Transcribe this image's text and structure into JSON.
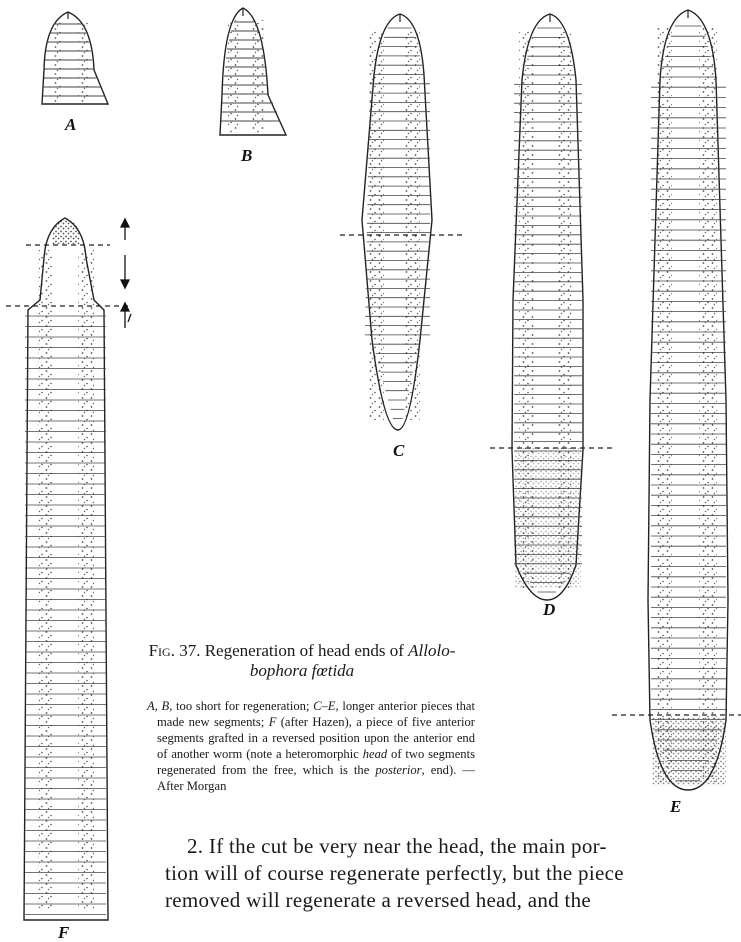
{
  "figure": {
    "panel_labels": [
      "A",
      "B",
      "C",
      "D",
      "E",
      "F"
    ],
    "caption_number": "Fig. 37.",
    "caption_text": "Regeneration of head ends of",
    "caption_species_1": "Allolo-",
    "caption_species_2": "bophora fœtida",
    "legend": [
      {
        "t": "A",
        "i": true
      },
      {
        "t": ", ",
        "i": false
      },
      {
        "t": "B",
        "i": true
      },
      {
        "t": ", too short for regeneration; ",
        "i": false
      },
      {
        "t": "C–E",
        "i": true
      },
      {
        "t": ", longer anterior pieces that made new segments; ",
        "i": false
      },
      {
        "t": "F",
        "i": true
      },
      {
        "t": " (after Hazen), a piece of five anterior segments grafted in a reversed position upon the anterior end of another worm (note a heteromorphic ",
        "i": false
      },
      {
        "t": "head",
        "i": true
      },
      {
        "t": " of two segments regenerated from the free, which is the ",
        "i": false
      },
      {
        "t": "posterior",
        "i": true
      },
      {
        "t": ", end). — After Morgan",
        "i": false
      }
    ]
  },
  "body": {
    "line_1": "2. If the cut be very near the head, the main por-",
    "line_2": "tion will of course regenerate perfectly, but the piece",
    "line_3": "removed will regenerate a reversed head, and the"
  }
}
